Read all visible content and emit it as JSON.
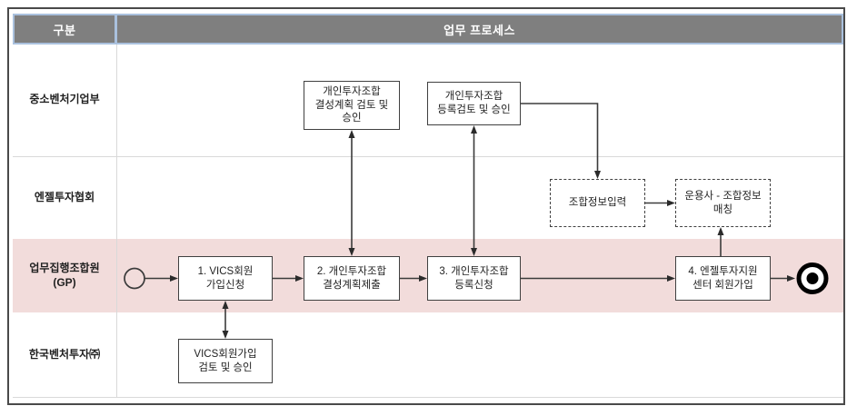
{
  "header": {
    "category_col": "구분",
    "process_col": "업무 프로세스"
  },
  "lanes": [
    {
      "label": "중소벤처기업부"
    },
    {
      "label": "엔젤투자협회"
    },
    {
      "label": "업무집행조합원\n(GP)"
    },
    {
      "label": "한국벤처투자㈜"
    }
  ],
  "nodes": {
    "plan_review": "개인투자조합\n결성계획 검토 및\n승인",
    "reg_review": "개인투자조합\n등록검토 및 승인",
    "info_input": "조합정보입력",
    "matching": "운용사 - 조합정보\n매칭",
    "step1": "1. VICS회원\n가입신청",
    "step2": "2. 개인투자조합\n결성계획제출",
    "step3": "3. 개인투자조합\n등록신청",
    "step4": "4. 엔젤투자지원\n센터 회원가입",
    "vics_review": "VICS회원가입\n검토 및 승인"
  },
  "colors": {
    "highlight_lane_bg": "#f2dcdb",
    "header_bg": "#7f7f7f",
    "header_border": "#aac1de",
    "header_text": "#ffffff",
    "grid_line": "#d9d9d9",
    "node_border": "#404040",
    "frame_border": "#4a4a4a"
  }
}
